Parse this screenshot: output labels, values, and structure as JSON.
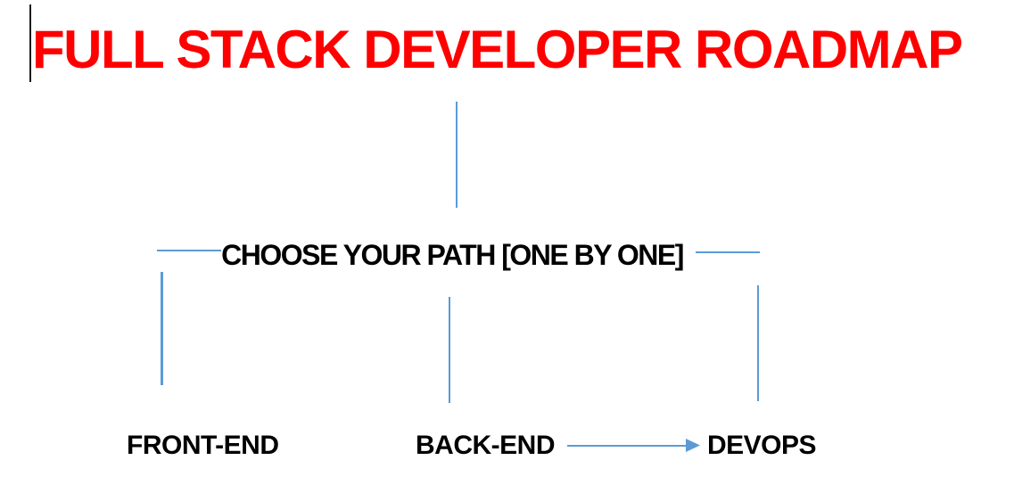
{
  "title": {
    "text": "FULL STACK DEVELOPER ROADMAP",
    "color": "#FF0000"
  },
  "hub": {
    "label": "CHOOSE YOUR PATH [ONE BY ONE]"
  },
  "paths": [
    {
      "label": "FRONT-END"
    },
    {
      "label": "BACK-END"
    },
    {
      "label": "DEVOPS"
    }
  ],
  "colors": {
    "connector": "#5B9BD5",
    "text": "#000000",
    "caret": "#1C1C1C",
    "background": "#FFFFFF"
  }
}
